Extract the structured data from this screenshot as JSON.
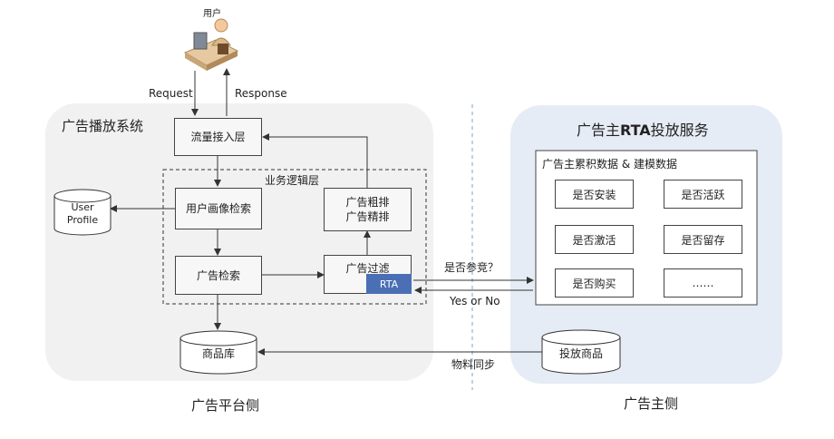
{
  "user": {
    "label": "用户"
  },
  "top_arrows": {
    "request": "Request",
    "response": "Response"
  },
  "platform": {
    "title": "广告播放系统",
    "traffic_layer": "流量接入层",
    "business_layer": "业务逻辑层",
    "user_profile_search": "用户画像检索",
    "ad_ranking_line1": "广告粗排",
    "ad_ranking_line2": "广告精排",
    "ad_search": "广告检索",
    "ad_filter": "广告过滤",
    "rta_tag": "RTA",
    "user_profile_line1": "User",
    "user_profile_line2": "Profile",
    "product_db": "商品库",
    "caption": "广告平台侧"
  },
  "links": {
    "participate": "是否参竞？",
    "yes_no": "Yes or No",
    "sync": "物料同步"
  },
  "advertiser": {
    "title_prefix": "广告主",
    "title_bold": "RTA",
    "title_suffix": "投放服务",
    "data_title": "广告主累积数据 & 建模数据",
    "items": [
      "是否安装",
      "是否活跃",
      "是否激活",
      "是否留存",
      "是否购买",
      "……"
    ],
    "ad_products": "投放商品",
    "caption": "广告主侧"
  }
}
